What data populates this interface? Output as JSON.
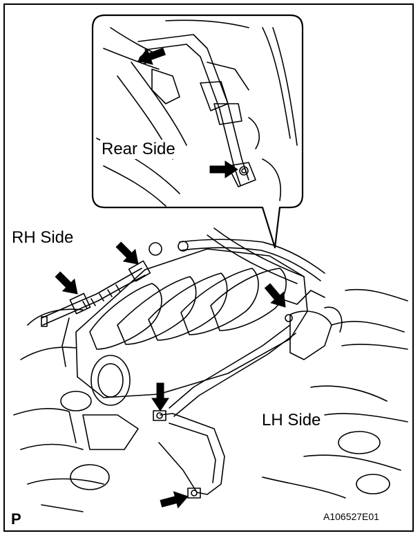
{
  "labels": {
    "rear_side": "Rear Side",
    "rh_side": "RH Side",
    "lh_side": "LH Side",
    "corner_mark": "P",
    "figure_code": "A106527E01"
  },
  "colors": {
    "line": "#000000",
    "background": "#ffffff"
  },
  "icons": [
    "bolt-arrow-icon"
  ]
}
